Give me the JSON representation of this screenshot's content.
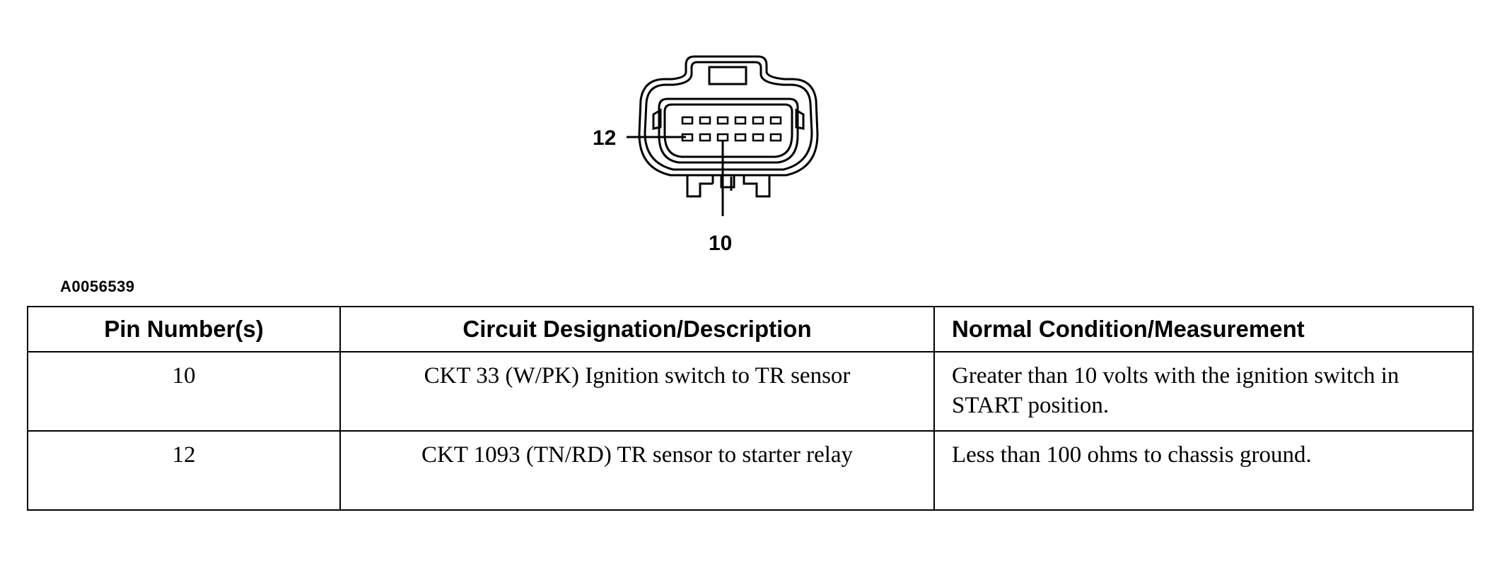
{
  "figure": {
    "callout_left": "12",
    "callout_bottom": "10",
    "figure_id": "A0056539"
  },
  "table": {
    "headers": {
      "pin": "Pin Number(s)",
      "circuit": "Circuit Designation/Description",
      "normal": "Normal Condition/Measurement"
    },
    "rows": [
      {
        "pin": "10",
        "circuit": "CKT 33 (W/PK) Ignition switch to TR sensor",
        "normal": "Greater than 10 volts with the ignition switch in START position."
      },
      {
        "pin": "12",
        "circuit": "CKT 1093 (TN/RD) TR sensor to starter relay",
        "normal": "Less than 100 ohms to chassis ground."
      }
    ]
  }
}
